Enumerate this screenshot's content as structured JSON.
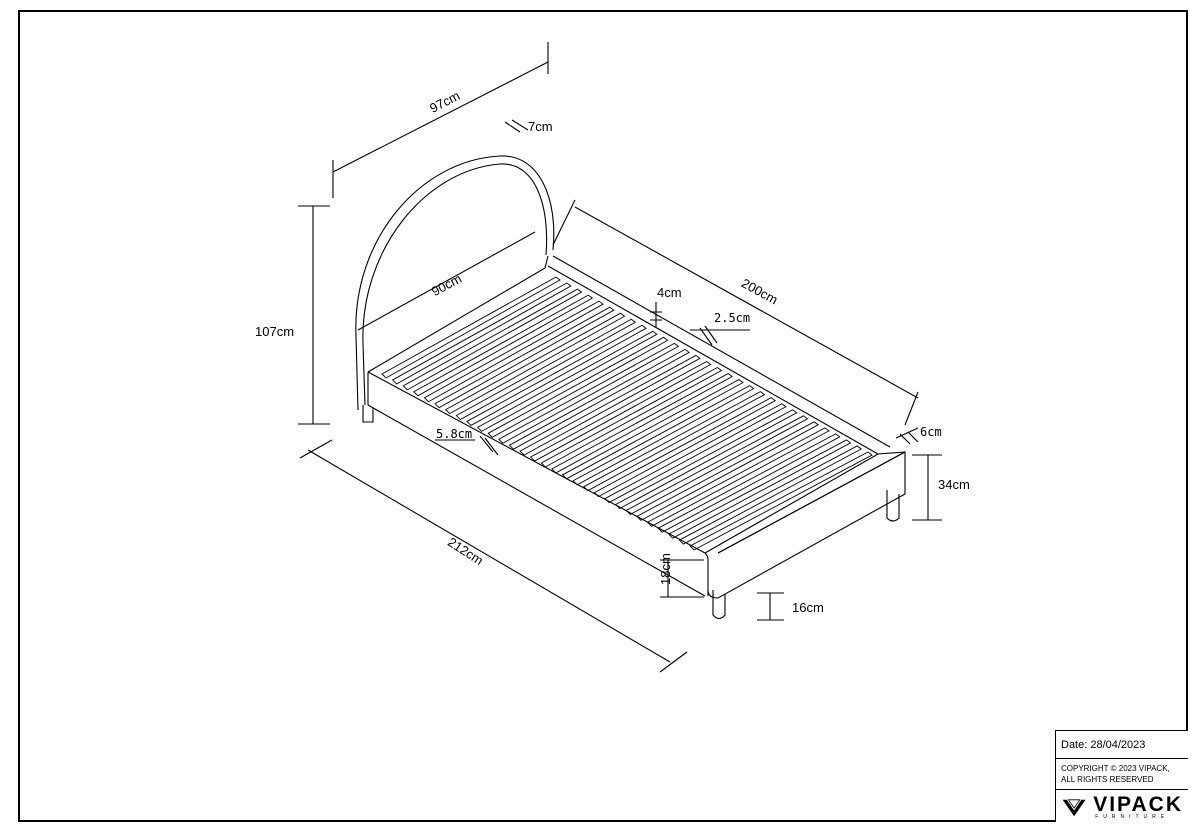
{
  "dimensions": {
    "width_97": "97cm",
    "headboard_thickness": "7cm",
    "height_107": "107cm",
    "inner_width": "90cm",
    "length_200": "200cm",
    "slat_gap": "4cm",
    "slat_width": "2.5cm",
    "rail_width": "6cm",
    "side_height": "34cm",
    "slat_spacing": "5.8cm",
    "total_length": "212cm",
    "frame_depth": "18cm",
    "leg_height": "16cm"
  },
  "title_block": {
    "date": "Date: 28/04/2023",
    "copyright_line1": "COPYRIGHT  © 2023 VIPACK,",
    "copyright_line2": "ALL RIGHTS RESERVED",
    "brand": "VIPACK",
    "brand_sub": "FURNITURE",
    "logo_icon": "vipack-v-logo-icon"
  }
}
